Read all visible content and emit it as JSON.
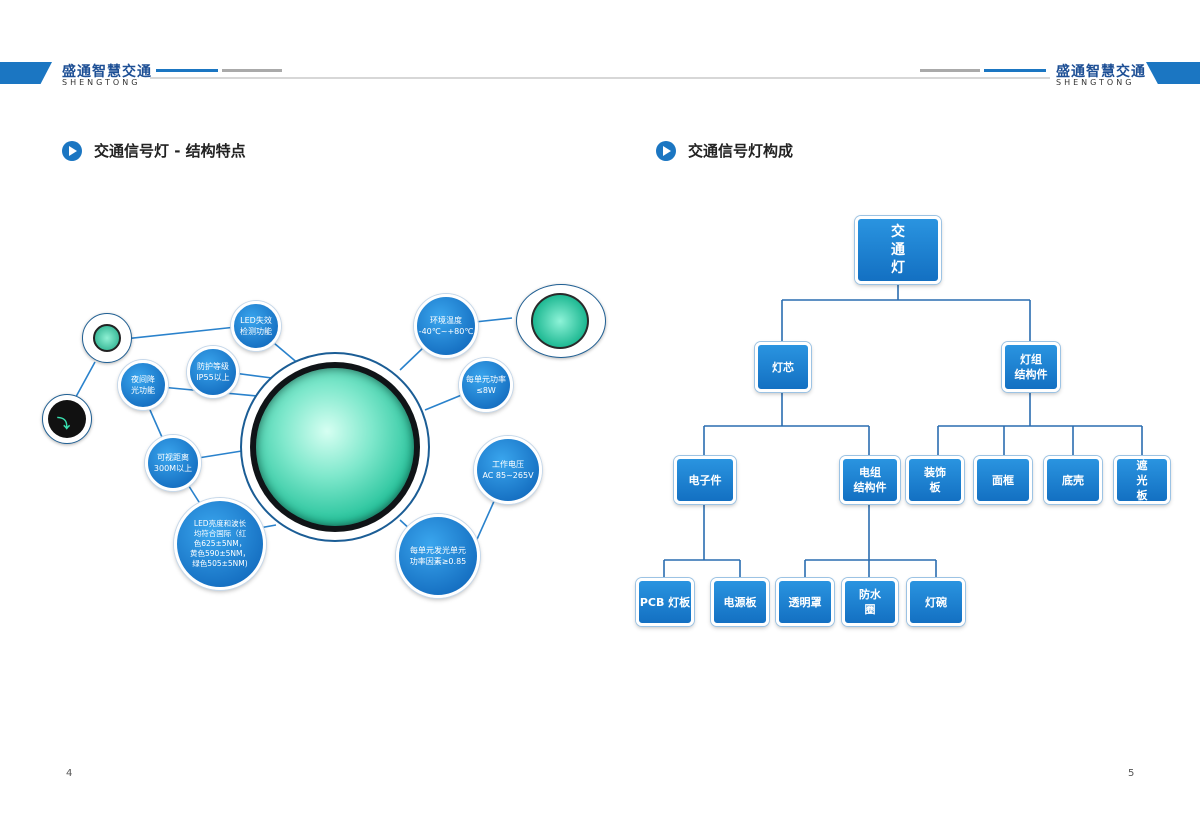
{
  "header": {
    "brand_cn": "盛通智慧交通",
    "brand_en": "SHENGTONG"
  },
  "left_page": {
    "section_title": "交通信号灯 - 结构特点",
    "page_number": "4",
    "features": [
      "LED失效\n检测功能",
      "防护等级\nIP55以上",
      "夜间降\n光功能",
      "可视距离\n300M以上",
      "LED亮度和波长\n均符合国际（红\n色625±5NM，\n黄色590±5NM，\n绿色505±5NM)",
      "环境温度\n-40℃~+80℃",
      "每单元功率\n≤8W",
      "工作电压\nAC 85~265V",
      "每单元发光单元\n功率因素≥0.85"
    ]
  },
  "right_page": {
    "section_title": "交通信号灯构成",
    "page_number": "5",
    "tree": {
      "root": "交\n通\n灯",
      "core": "灯芯",
      "structure": "灯组\n结构件",
      "electronics": "电子件",
      "elec_structure": "电组\n结构件",
      "decor_panel": "装饰\n板",
      "face_frame": "面框",
      "bottom_shell": "底壳",
      "visor": "遮\n光\n板",
      "pcb": "PCB 灯板",
      "power_board": "电源板",
      "lens": "透明罩",
      "seal_ring": "防水\n圈",
      "lamp_bowl": "灯碗"
    }
  },
  "colors": {
    "primary": "#1b76c2",
    "lamp_green": "#1fc9a0"
  }
}
